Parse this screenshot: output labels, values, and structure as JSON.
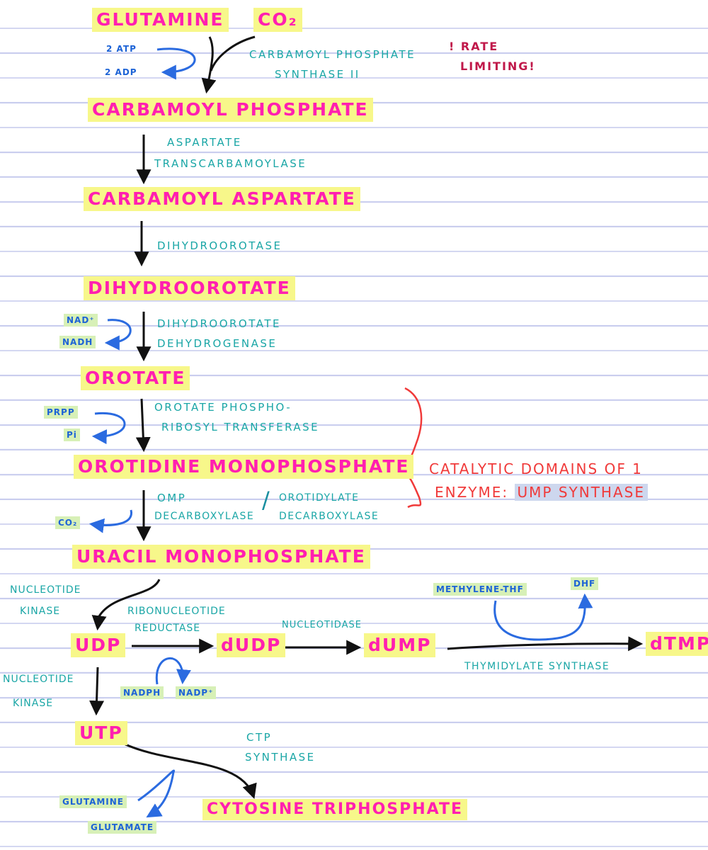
{
  "colors": {
    "metabolite": "#ff1fb0",
    "highlight": "#f7f78a",
    "enzyme": "#1aa6a6",
    "cofactor": "#1d63d6",
    "cofactor_highlight": "#d7f0b7",
    "rate_limiting": "#c0184a",
    "catalytic_note": "#f03a3a",
    "ruled_line": "#c9cdee",
    "main_arrow": "#111111",
    "cofactor_arrow": "#2b6be0"
  },
  "metabolites": {
    "glutamine_top": "GLUTAMINE",
    "co2_top": "CO₂",
    "carbamoyl_phosphate": "CARBAMOYL PHOSPHATE",
    "carbamoyl_aspartate": "CARBAMOYL ASPARTATE",
    "dihydroorotate": "DIHYDROOROTATE",
    "orotate": "OROTATE",
    "omp": "OROTIDINE MONOPHOSPHATE",
    "ump": "URACIL MONOPHOSPHATE",
    "udp": "UDP",
    "dudp": "dUDP",
    "dump": "dUMP",
    "dtmp": "dTMP",
    "utp": "UTP",
    "ctp": "CYTOSINE TRIPHOSPHATE"
  },
  "enzymes": {
    "cps2_line1": "CARBAMOYL PHOSPHATE",
    "cps2_line2": "SYNTHASE II",
    "atc_line1": "ASPARTATE",
    "atc_line2": "TRANSCARBAMOYLASE",
    "dihydroorotase": "DIHYDROOROTASE",
    "dhodh_line1": "DIHYDROOROTATE",
    "dhodh_line2": "DEHYDROGENASE",
    "oprt_line1": "OROTATE PHOSPHO-",
    "oprt_line2": "RIBOSYL TRANSFERASE",
    "ompdc_line1": "OMP",
    "ompdc_line2": "DECARBOXYLASE",
    "odc_line1": "OROTIDYLATE",
    "odc_line2": "DECARBOXYLASE",
    "nk1_line1": "NUCLEOTIDE",
    "nk1_line2": "KINASE",
    "rnr_line1": "RIBONUCLEOTIDE",
    "rnr_line2": "REDUCTASE",
    "nucleotidase": "NUCLEOTIDASE",
    "ts": "THYMIDYLATE SYNTHASE",
    "nk2_line1": "NUCLEOTIDE",
    "nk2_line2": "KINASE",
    "ctps_line1": "CTP",
    "ctps_line2": "SYNTHASE"
  },
  "cofactors": {
    "atp": "2 ATP",
    "adp": "2 ADP",
    "nad": "NAD⁺",
    "nadh": "NADH",
    "prpp": "PRPP",
    "pi": "Pi",
    "co2": "CO₂",
    "nadph": "NADPH",
    "nadp": "NADP⁺",
    "methylene_thf": "METHYLENE-THF",
    "dhf": "DHF",
    "glutamine": "GLUTAMINE",
    "glutamate": "GLUTAMATE"
  },
  "notes": {
    "rate_line1": "! RATE",
    "rate_line2": "LIMITING!",
    "slash": "/",
    "catalytic_line1": "CATALYTIC DOMAINS OF 1",
    "catalytic_line2_prefix": "ENZYME:",
    "catalytic_line2_enzyme": "UMP SYNTHASE"
  }
}
